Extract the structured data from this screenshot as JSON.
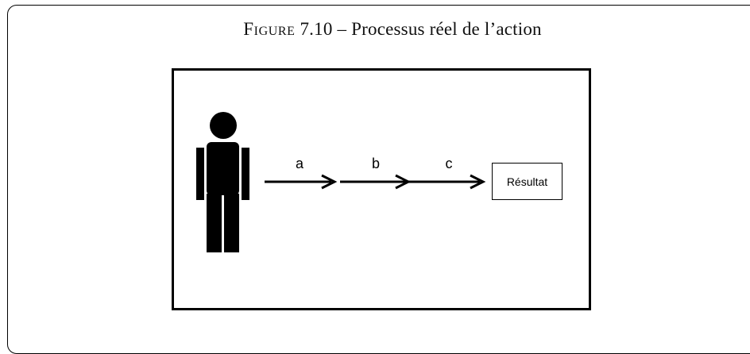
{
  "figure": {
    "number_word": "Figure",
    "number": "7.10",
    "dash": "–",
    "title": "Processus réel de l’action"
  },
  "diagram": {
    "steps": [
      "a",
      "b",
      "c"
    ],
    "result_label": "Résultat"
  }
}
